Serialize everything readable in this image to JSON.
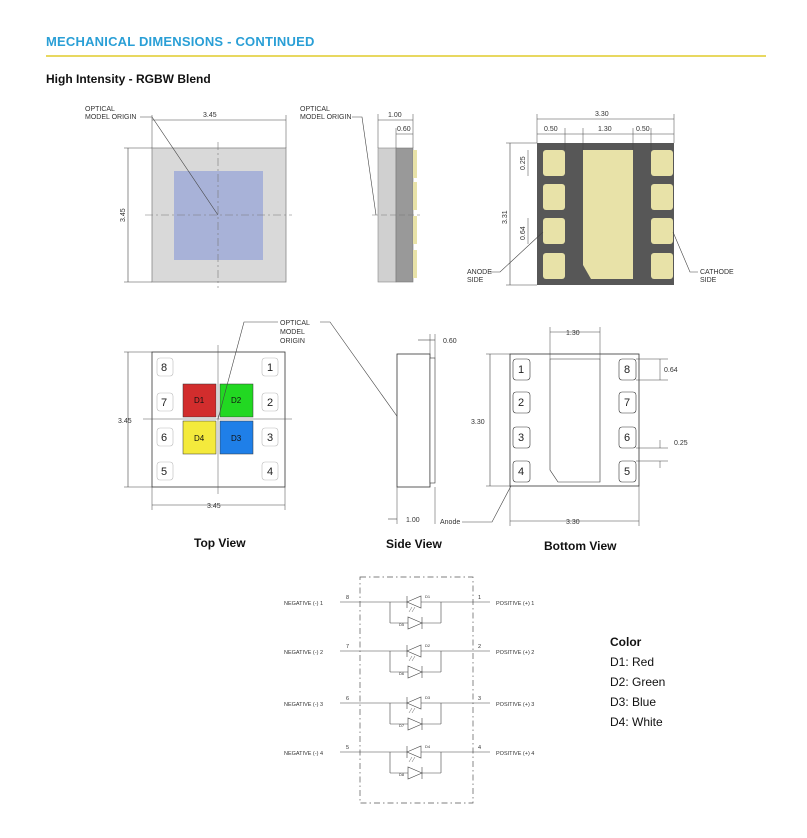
{
  "header": {
    "title": "MECHANICAL DIMENSIONS - CONTINUED"
  },
  "subtitle": "High Intensity - RGBW Blend",
  "top_drawings": {
    "front": {
      "origin_label_1": "OPTICAL",
      "origin_label_2": "MODEL ORIGIN",
      "width": "3.45",
      "height": "3.45"
    },
    "side": {
      "origin_label_1": "OPTICAL",
      "origin_label_2": "MODEL ORIGIN",
      "total": "1.00",
      "lens": "0.60"
    },
    "bottom": {
      "width": "3.30",
      "pad_w": "0.50",
      "center_w": "1.30",
      "pad_w2": "0.50",
      "height": "3.31",
      "pad_gap": "0.25",
      "pad_h": "0.64",
      "anode_1": "ANODE",
      "anode_2": "SIDE",
      "cathode_1": "CATHODE",
      "cathode_2": "SIDE"
    }
  },
  "views": {
    "top": {
      "caption": "Top View",
      "origin_1": "OPTICAL",
      "origin_2": "MODEL",
      "origin_3": "ORIGIN",
      "width": "3.45",
      "height": "3.45",
      "dies": [
        "D1",
        "D2",
        "D4",
        "D3"
      ],
      "pads_left": [
        "8",
        "7",
        "6",
        "5"
      ],
      "pads_right": [
        "1",
        "2",
        "3",
        "4"
      ]
    },
    "side": {
      "caption": "Side View",
      "lens": "0.60",
      "total": "1.00",
      "anode": "Anode"
    },
    "bottom": {
      "caption": "Bottom View",
      "center_w": "1.30",
      "height": "3.30",
      "width": "3.30",
      "pad_h": "0.64",
      "pad_gap": "0.25",
      "pads_left": [
        "1",
        "2",
        "3",
        "4"
      ],
      "pads_right": [
        "8",
        "7",
        "6",
        "5"
      ]
    }
  },
  "schematic": {
    "rows": [
      {
        "neg": "NEGATIVE (-) 1",
        "neg_pin": "8",
        "pos": "POSITIVE (+) 1",
        "pos_pin": "1",
        "d_top": "D1",
        "d_bot": "D5"
      },
      {
        "neg": "NEGATIVE (-) 2",
        "neg_pin": "7",
        "pos": "POSITIVE (+) 2",
        "pos_pin": "2",
        "d_top": "D2",
        "d_bot": "D6"
      },
      {
        "neg": "NEGATIVE (-) 3",
        "neg_pin": "6",
        "pos": "POSITIVE (+) 3",
        "pos_pin": "3",
        "d_top": "D3",
        "d_bot": "D7"
      },
      {
        "neg": "NEGATIVE (-) 4",
        "neg_pin": "5",
        "pos": "POSITIVE (+) 4",
        "pos_pin": "4",
        "d_top": "D4",
        "d_bot": "D8"
      }
    ]
  },
  "legend": {
    "title": "Color",
    "items": [
      "D1: Red",
      "D2: Green",
      "D3: Blue",
      "D4: White"
    ]
  },
  "colors": {
    "accent": "#2a9fd6",
    "rule": "#e8d860",
    "red": "#d22d2d",
    "green": "#22d822",
    "blue": "#1f7fe8",
    "yellow": "#f4ea3c",
    "pad": "#e8e2a8"
  }
}
